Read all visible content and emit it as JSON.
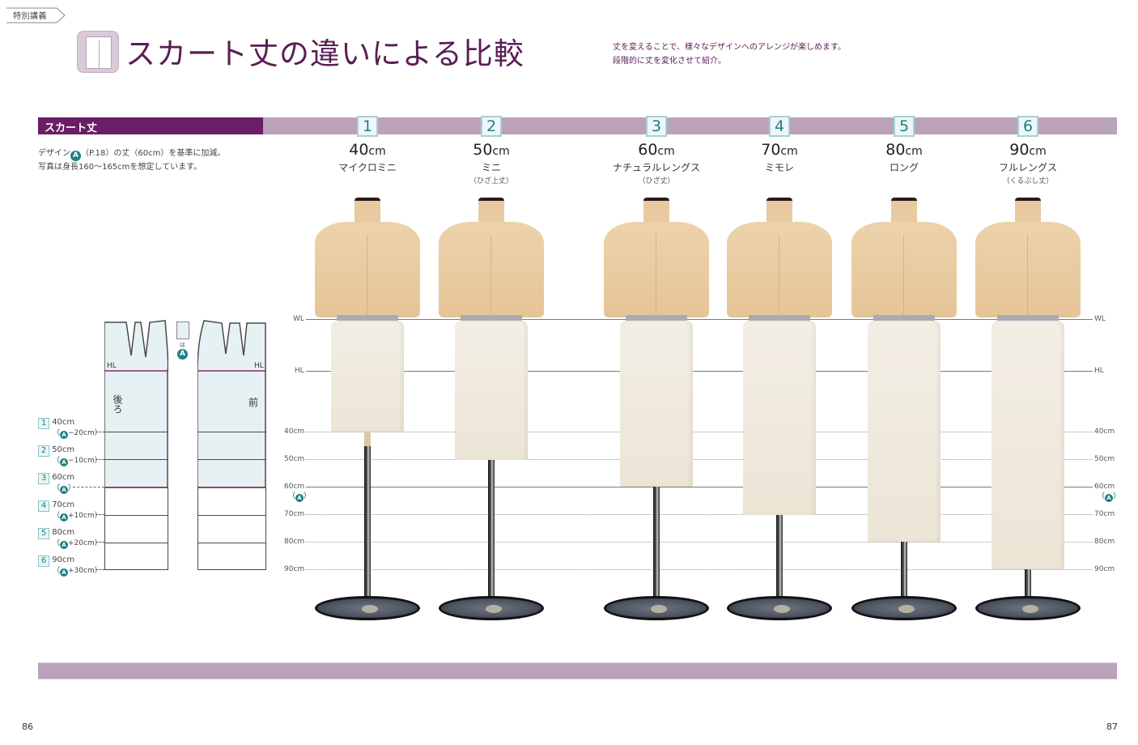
{
  "header": {
    "tag": "特別講義",
    "title": "スカート丈の違いによる比較",
    "title_icon": "skirt-icon",
    "intro_lines": [
      "丈を変えることで、様々なデザインへのアレンジが楽しめます。",
      "段階的に丈を変化させて紹介。"
    ]
  },
  "section": {
    "label": "スカート丈",
    "desc_prefix": "デザイン",
    "desc_badge": "A",
    "desc_line1_rest": "（P.18）の丈（60cm）を基準に加減。",
    "desc_line2": "写真は身長160〜165cmを想定しています。"
  },
  "columns": [
    {
      "num": "1",
      "length": "40",
      "unit": "cm",
      "name": "マイクロミニ",
      "note": ""
    },
    {
      "num": "2",
      "length": "50",
      "unit": "cm",
      "name": "ミニ",
      "note": "（ひざ上丈）"
    },
    {
      "num": "3",
      "length": "60",
      "unit": "cm",
      "name": "ナチュラルレングス",
      "note": "（ひざ丈）"
    },
    {
      "num": "4",
      "length": "70",
      "unit": "cm",
      "name": "ミモレ",
      "note": ""
    },
    {
      "num": "5",
      "length": "80",
      "unit": "cm",
      "name": "ロング",
      "note": ""
    },
    {
      "num": "6",
      "length": "90",
      "unit": "cm",
      "name": "フルレングス",
      "note": "（くるぶし丈）"
    }
  ],
  "guides": {
    "wl": "WL",
    "hl": "HL",
    "levels": [
      "40cm",
      "50cm",
      "60cm",
      "70cm",
      "80cm",
      "90cm"
    ],
    "base_marker": "（A）"
  },
  "pattern": {
    "back_label": "後ろ",
    "front_label": "前",
    "hl_label": "HL",
    "waistband_note": "は",
    "waistband_badge": "A",
    "legend": [
      {
        "num": "1",
        "length": "40cm",
        "delta": "−20cm"
      },
      {
        "num": "2",
        "length": "50cm",
        "delta": "−10cm"
      },
      {
        "num": "3",
        "length": "60cm",
        "delta": ""
      },
      {
        "num": "4",
        "length": "70cm",
        "delta": "+10cm"
      },
      {
        "num": "5",
        "length": "80cm",
        "delta": "+20cm"
      },
      {
        "num": "6",
        "length": "90cm",
        "delta": "+30cm"
      }
    ]
  },
  "footer": {
    "page_left": "86",
    "page_right": "87"
  },
  "colors": {
    "title": "#5a1d55",
    "section_dark": "#6b1d66",
    "section_light": "#bba2bb",
    "accent_teal": "#1e7f86"
  }
}
